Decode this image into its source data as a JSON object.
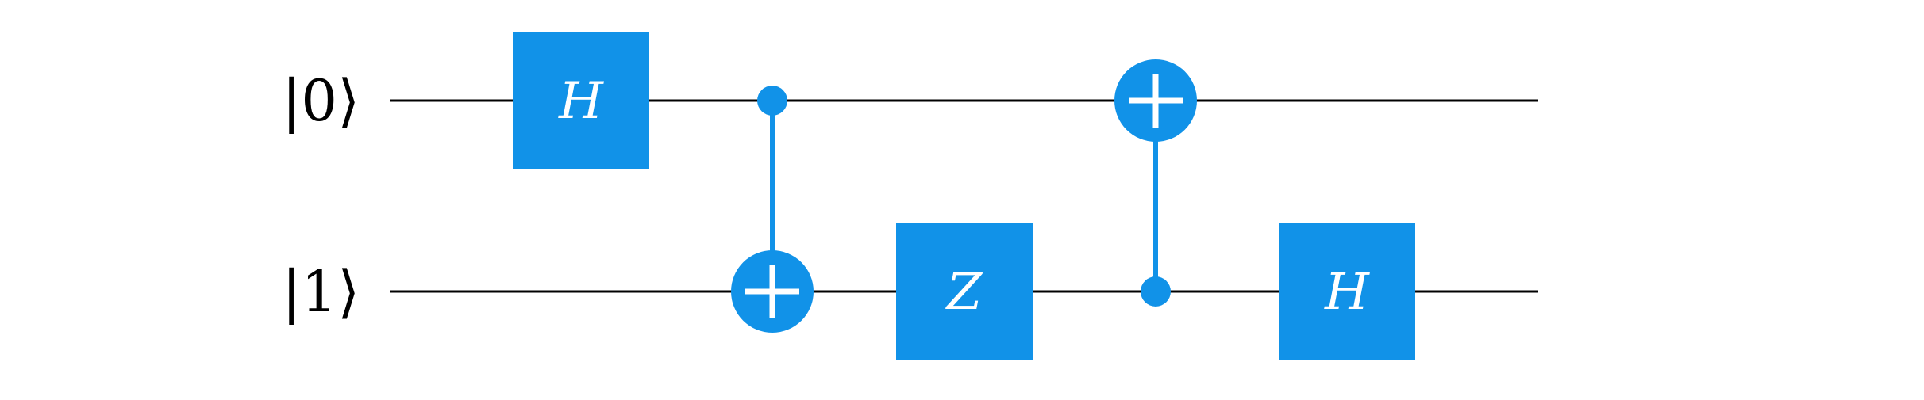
{
  "colors": {
    "gate": "#1192e8",
    "wire": "#000000",
    "gate_text": "#ffffff"
  },
  "qubits": [
    {
      "label": "|0⟩"
    },
    {
      "label": "|1⟩"
    }
  ],
  "gates": [
    {
      "type": "single",
      "label": "H",
      "qubit": 0,
      "step": 0
    },
    {
      "type": "cnot",
      "control": 0,
      "target": 1,
      "step": 1
    },
    {
      "type": "single",
      "label": "Z",
      "qubit": 1,
      "step": 2
    },
    {
      "type": "cnot",
      "control": 1,
      "target": 0,
      "step": 3
    },
    {
      "type": "single",
      "label": "H",
      "qubit": 1,
      "step": 4
    }
  ]
}
